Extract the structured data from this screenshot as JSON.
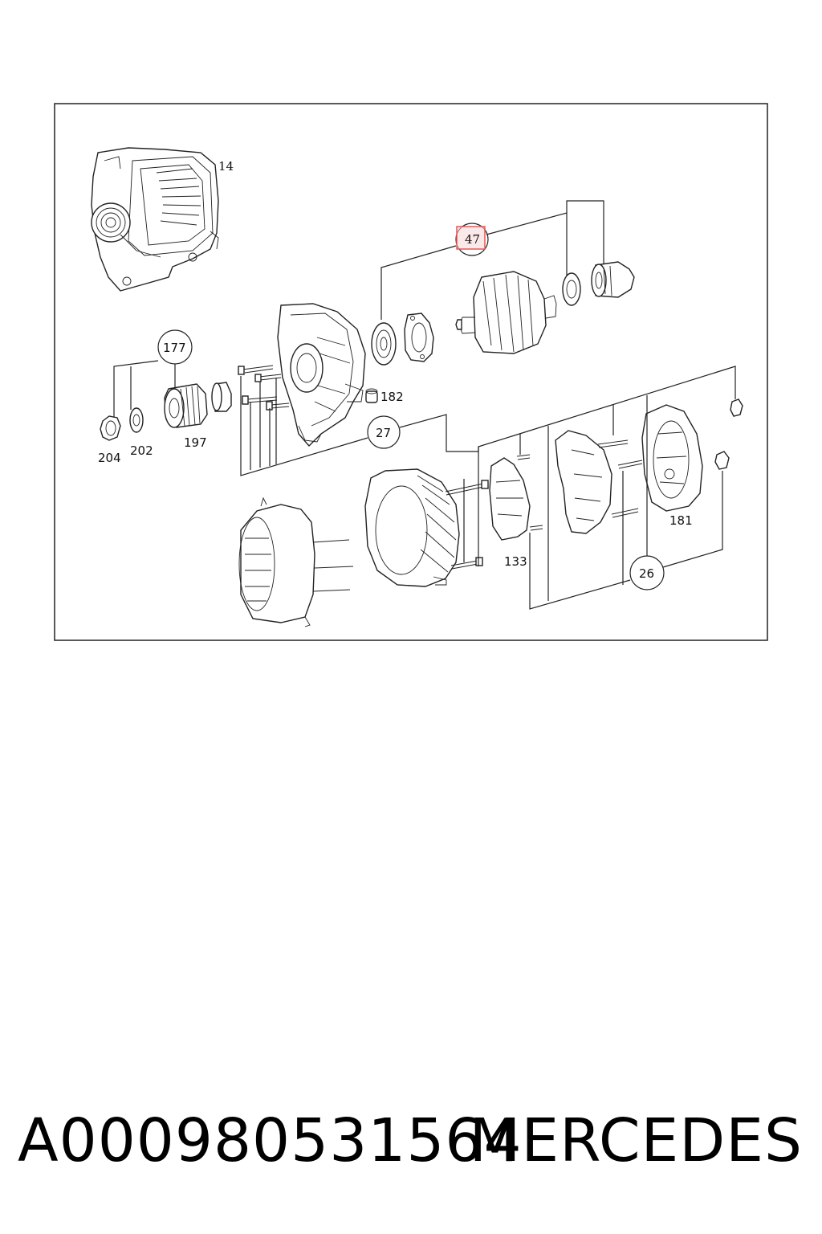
{
  "diagram": {
    "callouts": {
      "c14": "14",
      "c47": "47",
      "c177": "177",
      "c182": "182",
      "c204": "204",
      "c202": "202",
      "c197": "197",
      "c27": "27",
      "c133": "133",
      "c181": "181",
      "c26": "26"
    },
    "highlight_color": "#e05a5a"
  },
  "footer": {
    "part_number": "A000980531564",
    "brand": "MERCEDES"
  }
}
